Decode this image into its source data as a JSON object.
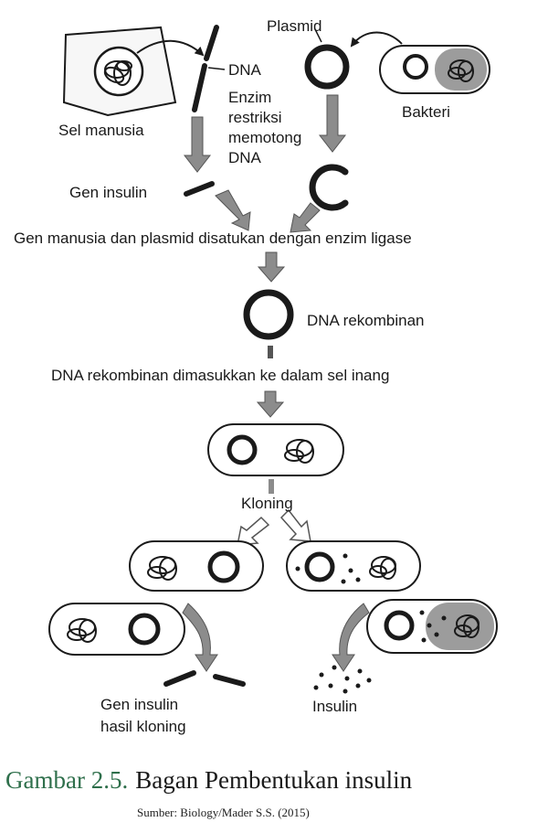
{
  "labels": {
    "plasmid": "Plasmid",
    "dna": "DNA",
    "enzim_line1": "Enzim",
    "enzim_line2": "restriksi",
    "enzim_line3": "memotong",
    "enzim_line4": "DNA",
    "sel_manusia": "Sel manusia",
    "bakteri": "Bakteri",
    "gen_insulin": "Gen insulin",
    "step_ligase": "Gen manusia dan plasmid disatukan dengan enzim ligase",
    "dna_rekombinan": "DNA rekombinan",
    "step_insert": "DNA rekombinan dimasukkan ke dalam sel inang",
    "kloning": "Kloning",
    "gen_insulin_hasil_line1": "Gen insulin",
    "gen_insulin_hasil_line2": "hasil kloning",
    "insulin": "Insulin"
  },
  "caption": {
    "label": "Gambar 2.5.",
    "title": "Bagan Pembentukan insulin",
    "source": "Sumber: Biology/Mader S.S. (2015)"
  },
  "colors": {
    "caption_label": "#2e6f4b",
    "arrow_fill": "#8c8c8c",
    "ink": "#1a1a1a"
  }
}
